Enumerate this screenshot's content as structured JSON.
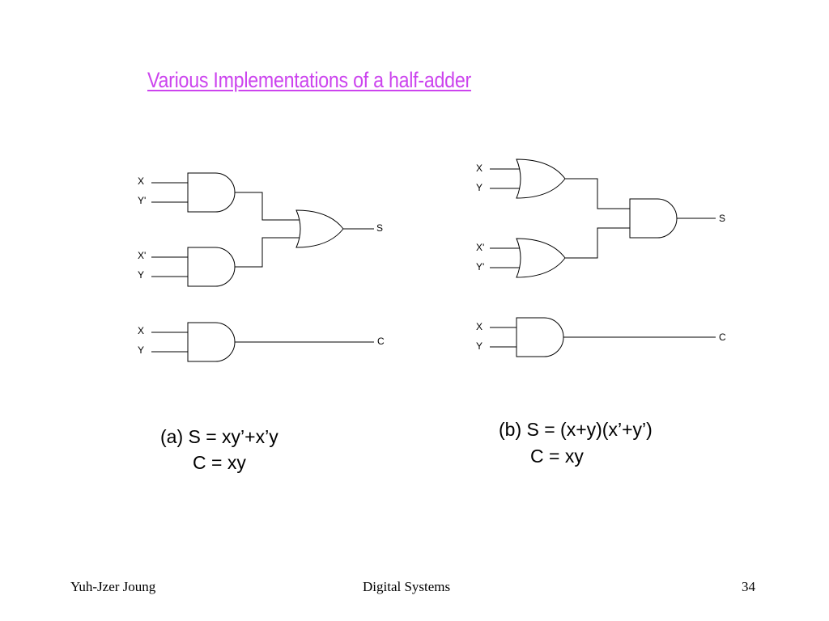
{
  "title": "Various Implementations of a half-adder",
  "colors": {
    "title": "#cc44ee"
  },
  "circuit_a": {
    "gate1_inputs": [
      "X",
      "Y'"
    ],
    "gate2_inputs": [
      "X'",
      "Y"
    ],
    "gate3_inputs": [
      "X",
      "Y"
    ],
    "sum_output": "S",
    "carry_output": "C",
    "equation_sum": "(a) S = xy’+x’y",
    "equation_carry": "C = xy"
  },
  "circuit_b": {
    "gate1_inputs": [
      "X",
      "Y"
    ],
    "gate2_inputs": [
      "X'",
      "Y'"
    ],
    "gate3_inputs": [
      "X",
      "Y"
    ],
    "sum_output": "S",
    "carry_output": "C",
    "equation_sum": "(b) S = (x+y)(x’+y’)",
    "equation_carry": "C = xy"
  },
  "footer": {
    "author": "Yuh-Jzer Joung",
    "course": "Digital Systems",
    "page": "34"
  }
}
